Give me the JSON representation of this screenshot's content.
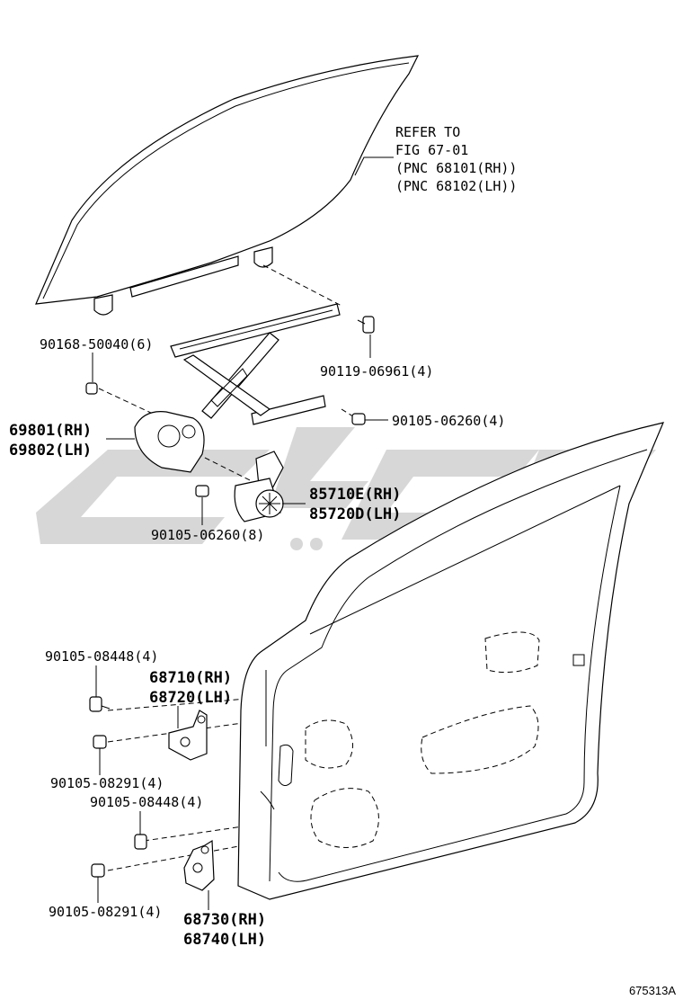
{
  "reference": {
    "line1": "REFER TO",
    "line2": "FIG 67-01",
    "line3": "(PNC 68101(RH))",
    "line4": "(PNC 68102(LH))"
  },
  "parts": {
    "bolt_90168": "90168-50040(6)",
    "bolt_90119": "90119-06961(4)",
    "bolt_90105_06260_a": "90105-06260(4)",
    "regulator_rh": "69801(RH)",
    "regulator_lh": "69802(LH)",
    "motor_rh": "85710E(RH)",
    "motor_lh": "85720D(LH)",
    "bolt_90105_06260_b": "90105-06260(8)",
    "bolt_90105_08448_a": "90105-08448(4)",
    "upper_hinge_rh": "68710(RH)",
    "upper_hinge_lh": "68720(LH)",
    "bolt_90105_08291_a": "90105-08291(4)",
    "bolt_90105_08448_b": "90105-08448(4)",
    "bolt_90105_08291_b": "90105-08291(4)",
    "lower_hinge_rh": "68730(RH)",
    "lower_hinge_lh": "68740(LH)"
  },
  "figure_number": "675313A",
  "watermark_color": "#c9c9c9"
}
